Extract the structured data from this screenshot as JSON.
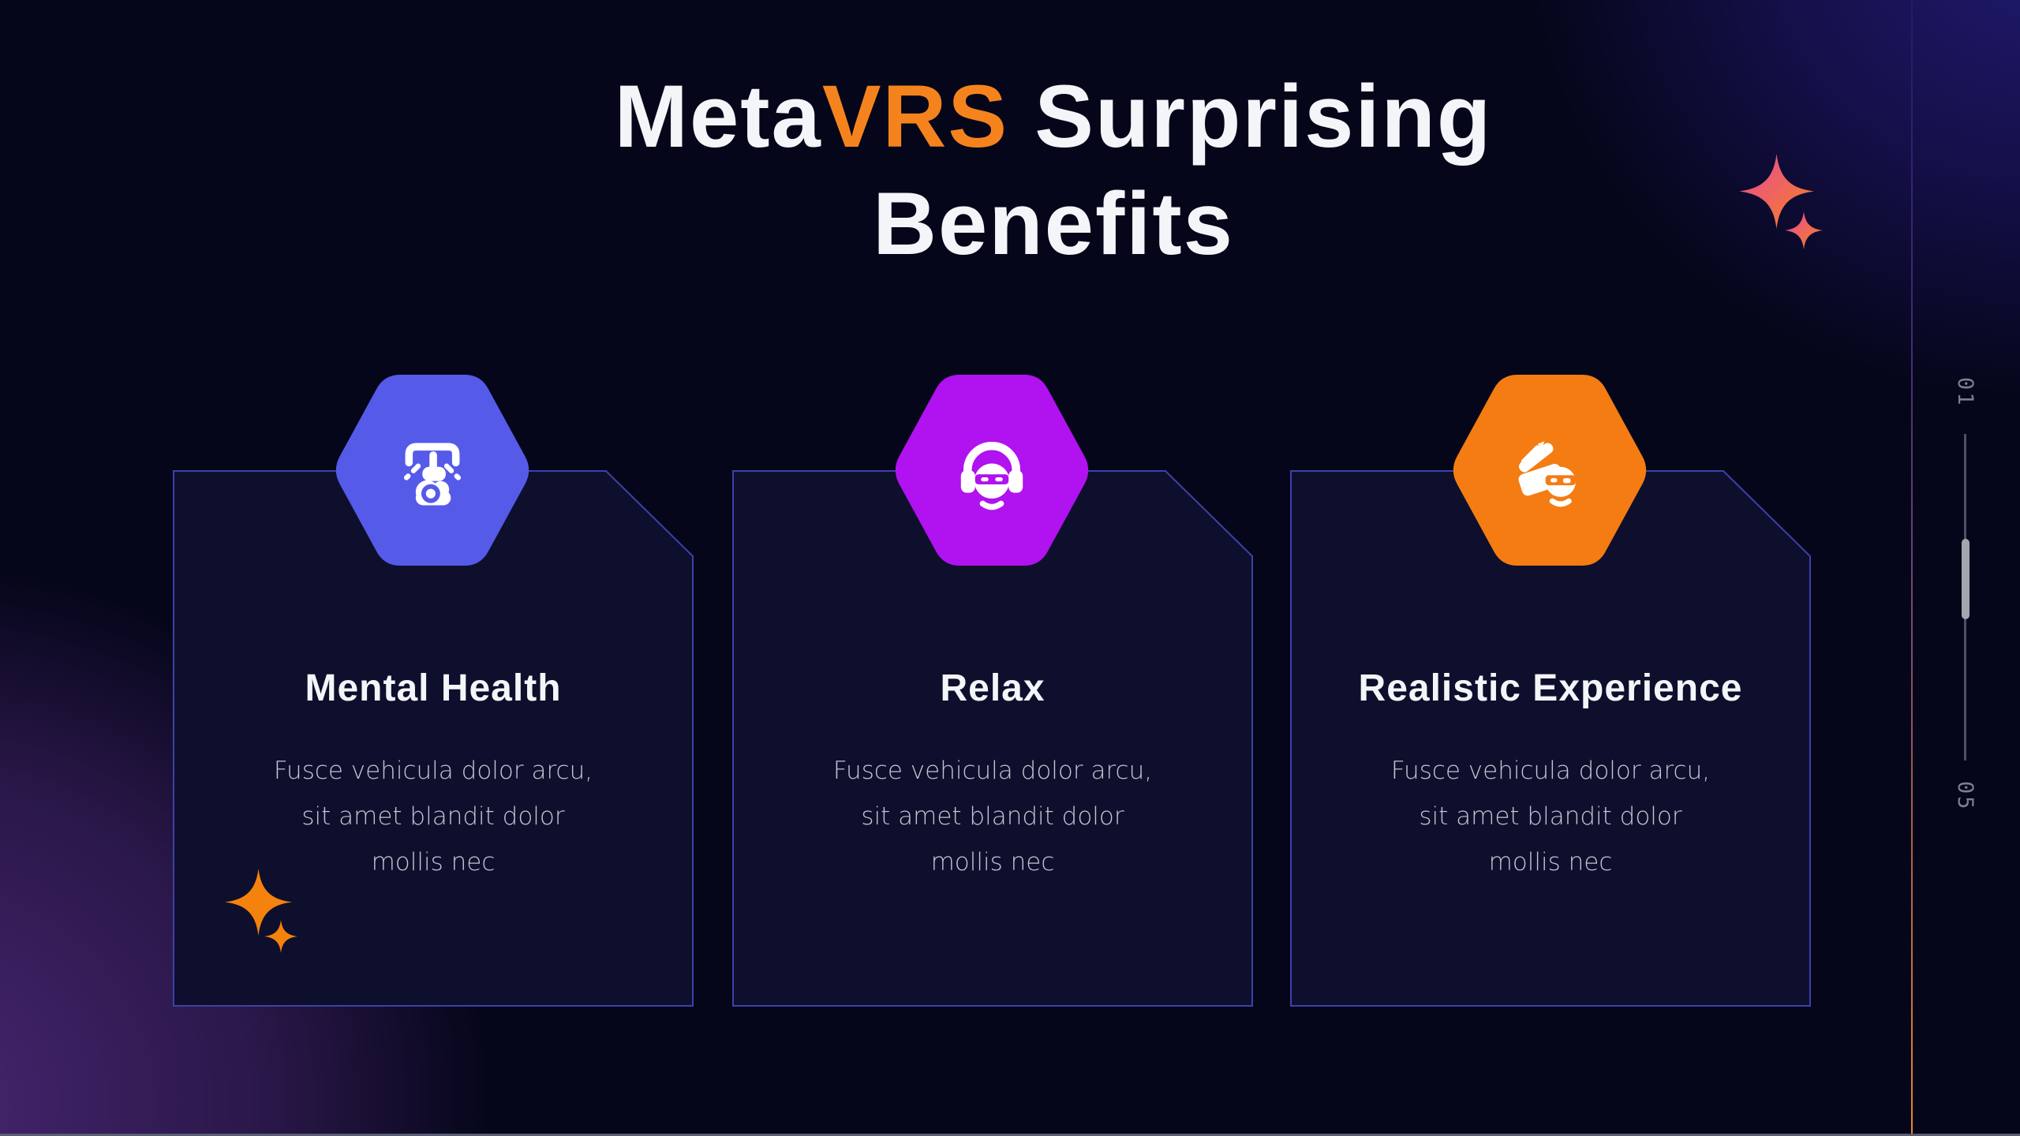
{
  "slide": {
    "title": {
      "part1": "Meta",
      "part2": "VRS",
      "part3": " Surprising",
      "line2": "Benefits"
    }
  },
  "cards": [
    {
      "title": "Mental Health",
      "body": [
        "Fusce vehicula dolor arcu,",
        "sit amet blandit dolor",
        "mollis nec"
      ],
      "hex_color": "#565ae9",
      "icon": "tap-press-cloud-icon"
    },
    {
      "title": "Relax",
      "body": [
        "Fusce vehicula dolor arcu,",
        "sit amet blandit dolor",
        "mollis nec"
      ],
      "hex_color": "#b012f0",
      "icon": "vr-headphones-face-icon"
    },
    {
      "title": "Realistic Experience",
      "body": [
        "Fusce vehicula dolor arcu,",
        "sit amet blandit dolor",
        "mollis nec"
      ],
      "hex_color": "#f47c12",
      "icon": "clapperboard-vr-face-icon"
    }
  ],
  "pagination": {
    "current": "01",
    "total": "05"
  },
  "colors": {
    "background": "#05061a",
    "card_bg": "#0e0f2c",
    "card_border": "#3d41a8",
    "title_text": "#f4f5f8",
    "title_accent": "#f5831d",
    "body_text": "#c3c4d2",
    "rail_text": "#7c7f90",
    "sparkle_orange": "#f5820d",
    "sparkle_gradient_from": "#e8489c",
    "sparkle_gradient_to": "#f5831d"
  }
}
